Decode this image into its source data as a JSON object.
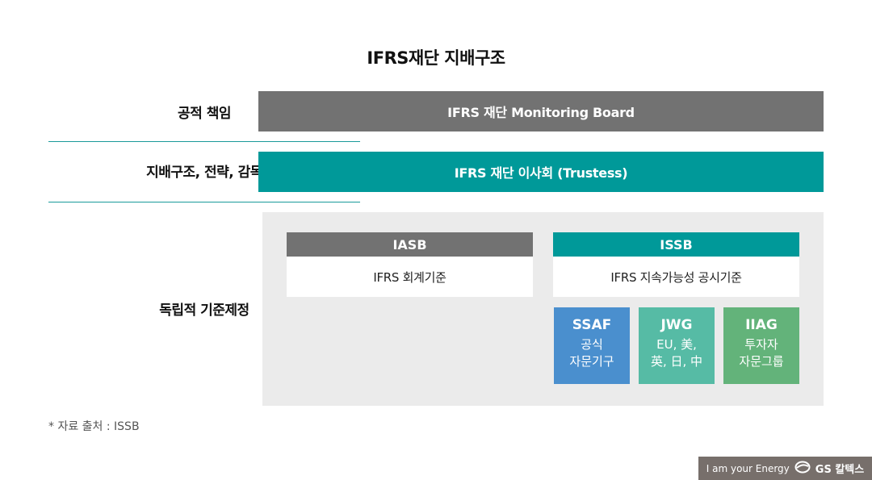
{
  "title": "IFRS재단 지배구조",
  "rows": [
    {
      "label": "공적 책임",
      "bar": "IFRS 재단 Monitoring Board",
      "color": "#727272"
    },
    {
      "label": "지배구조, 전략, 감독",
      "bar": "IFRS 재단 이사회 (Trustess)",
      "color": "#009999"
    },
    {
      "label": "독립적 기준제정"
    }
  ],
  "boards": [
    {
      "name": "IASB",
      "desc": "IFRS 회계기준",
      "color": "#727272"
    },
    {
      "name": "ISSB",
      "desc": "IFRS 지속가능성 공시기준",
      "color": "#009999"
    }
  ],
  "groups": [
    {
      "name": "SSAF",
      "line1": "공식",
      "line2": "자문기구",
      "color": "#4a8fce"
    },
    {
      "name": "JWG",
      "line1": "EU, 美,",
      "line2": "英, 日, 中",
      "color": "#56bba5"
    },
    {
      "name": "IIAG",
      "line1": "투자자",
      "line2": "자문그룹",
      "color": "#63b37a"
    }
  ],
  "source": "* 자료 출처 : ISSB",
  "footer": {
    "slogan": "I am your Energy",
    "brand": "GS 칼텍스"
  }
}
